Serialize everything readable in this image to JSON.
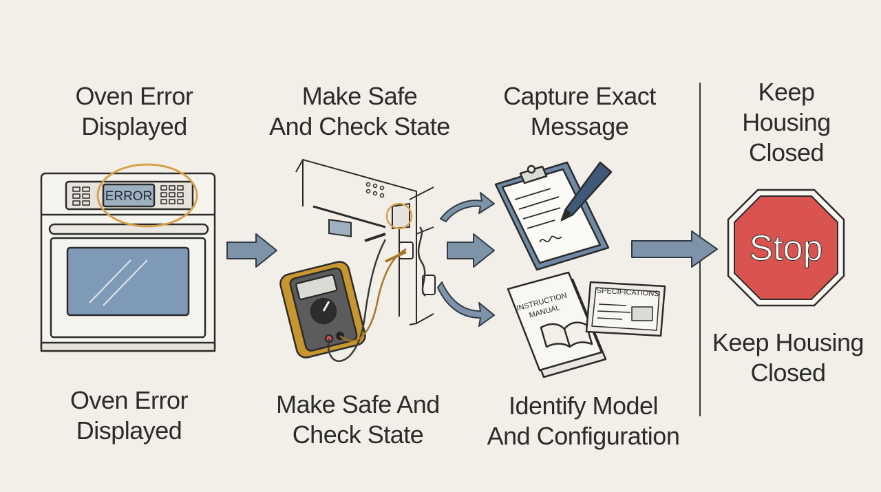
{
  "steps": [
    {
      "top_label": [
        "Oven Error",
        "Displayed"
      ],
      "bottom_label": [
        "Oven Error",
        "Displayed"
      ]
    },
    {
      "top_label": [
        "Make Safe",
        "And Check State"
      ],
      "bottom_label": [
        "Make Safe And",
        "Check State"
      ]
    },
    {
      "top_label": [
        "Capture Exact",
        "Message"
      ],
      "bottom_label": [
        "Identify Model",
        "And Configuration"
      ]
    },
    {
      "top_label": [
        "Keep",
        "Housing",
        "Closed"
      ],
      "bottom_label": [
        "Keep Housing",
        "Closed"
      ]
    }
  ],
  "oven_display_text": "ERROR",
  "manual_text": [
    "INSTRUCTION",
    "MANUAL"
  ],
  "spec_sheet_text": "SPECIFICATIONS",
  "stop_sign_text": "Stop",
  "colors": {
    "background": "#f2efe8",
    "ink": "#2b2b2b",
    "arrow_fill": "#7e93a8",
    "glass": "#7f9ab6",
    "highlight": "#d9a04a",
    "stop_red": "#d9534f",
    "multimeter": "#c8962e"
  },
  "icons": [
    "oven-icon",
    "multimeter-icon",
    "clipboard-icon",
    "pen-icon",
    "instruction-manual-icon",
    "specifications-plate-icon",
    "stop-sign-icon"
  ]
}
